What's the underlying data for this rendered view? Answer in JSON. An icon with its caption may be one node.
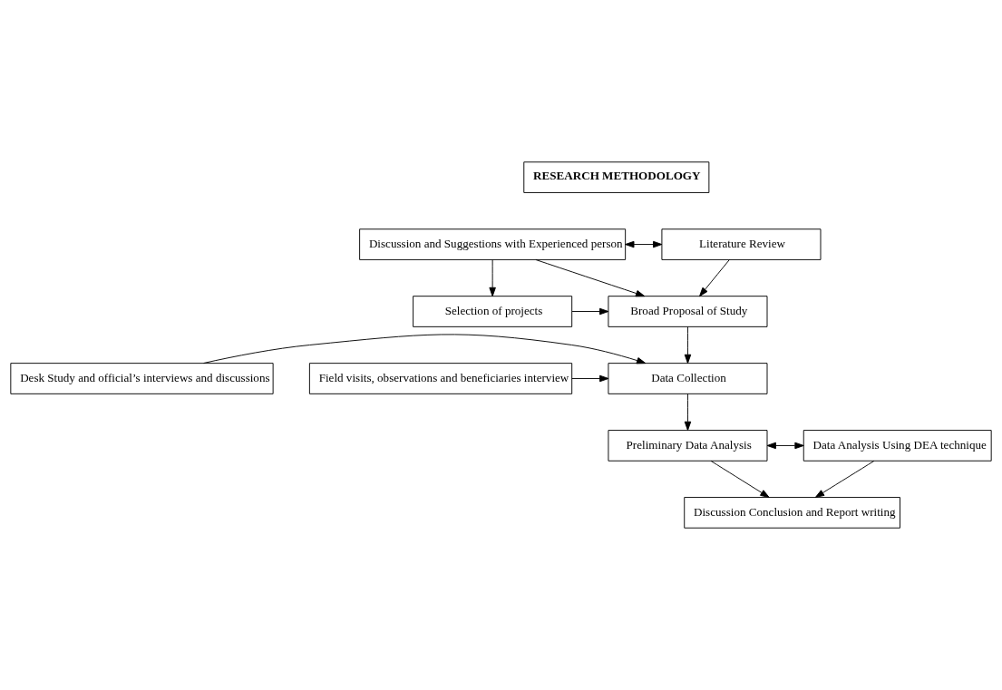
{
  "diagram": {
    "nodes": [
      {
        "text": [
          "RESEARCH METHODOLOGY"
        ]
      },
      {
        "text": [
          "Discussion and Suggestions with Experienced person"
        ]
      },
      {
        "text": [
          "Literature Review"
        ]
      },
      {
        "text": [
          "Broad Proposal of Study"
        ]
      },
      {
        "text": [
          "Selection of projects"
        ]
      },
      {
        "text": [
          "Desk Study and official’s interviews and discussions"
        ]
      },
      {
        "text": [
          "Data Collection"
        ]
      },
      {
        "text": [
          "Field visits, observations and beneficiaries interview"
        ]
      },
      {
        "text": [
          "Preliminary Data Analysis"
        ]
      },
      {
        "text": [
          "Data Analysis Using DEA technique"
        ]
      },
      {
        "text": [
          "Discussion Conclusion and Report writing"
        ]
      }
    ],
    "edges": [
      {
        "from": 1,
        "to": 2,
        "arrow": "both"
      },
      {
        "from": 1,
        "to": 3,
        "arrow": "to"
      },
      {
        "from": 2,
        "to": 3,
        "arrow": "to"
      },
      {
        "from": 1,
        "to": 4,
        "arrow": "to"
      },
      {
        "from": 4,
        "to": 3,
        "arrow": "to"
      },
      {
        "from": 3,
        "to": 6,
        "arrow": "to"
      },
      {
        "from": 5,
        "to": 6,
        "arrow": "to"
      },
      {
        "from": 7,
        "to": 6,
        "arrow": "to"
      },
      {
        "from": 6,
        "to": 8,
        "arrow": "to"
      },
      {
        "from": 8,
        "to": 9,
        "arrow": "both"
      },
      {
        "from": 8,
        "to": 10,
        "arrow": "to"
      },
      {
        "from": 9,
        "to": 10,
        "arrow": "to"
      }
    ]
  }
}
